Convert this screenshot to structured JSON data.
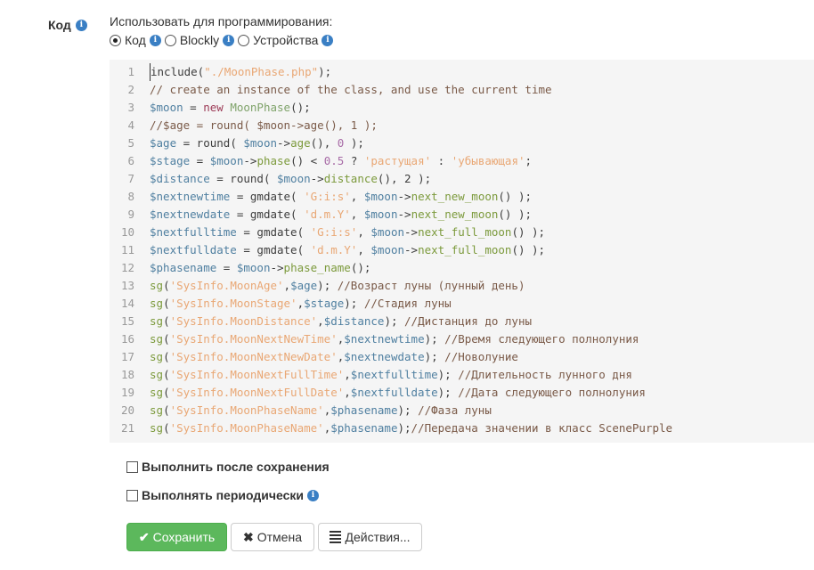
{
  "field": {
    "label": "Код",
    "info_icon": "info-icon"
  },
  "use_for": {
    "label": "Использовать для программирования:",
    "options": [
      {
        "label": "Код",
        "checked": true
      },
      {
        "label": "Blockly",
        "checked": false
      },
      {
        "label": "Устройства",
        "checked": false
      }
    ]
  },
  "code": {
    "lines": [
      {
        "n": "1",
        "text": "include(\"./MoonPhase.php\");"
      },
      {
        "n": "2",
        "text": "// create an instance of the class, and use the current time"
      },
      {
        "n": "3",
        "text": "$moon = new MoonPhase();"
      },
      {
        "n": "4",
        "text": "//$age = round( $moon->age(), 1 );"
      },
      {
        "n": "5",
        "text": "$age = round( $moon->age(), 0 );"
      },
      {
        "n": "6",
        "text": "$stage = $moon->phase() < 0.5 ? 'растущая' : 'убывающая';"
      },
      {
        "n": "7",
        "text": "$distance = round( $moon->distance(), 2 );"
      },
      {
        "n": "8",
        "text": "$nextnewtime = gmdate( 'G:i:s', $moon->next_new_moon() );"
      },
      {
        "n": "9",
        "text": "$nextnewdate = gmdate( 'd.m.Y', $moon->next_new_moon() );"
      },
      {
        "n": "10",
        "text": "$nextfulltime = gmdate( 'G:i:s', $moon->next_full_moon() );"
      },
      {
        "n": "11",
        "text": "$nextfulldate = gmdate( 'd.m.Y', $moon->next_full_moon() );"
      },
      {
        "n": "12",
        "text": "$phasename = $moon->phase_name();"
      },
      {
        "n": "13",
        "text": "sg('SysInfo.MoonAge',$age); //Возраст луны (лунный день)"
      },
      {
        "n": "14",
        "text": "sg('SysInfo.MoonStage',$stage); //Стадия луны"
      },
      {
        "n": "15",
        "text": "sg('SysInfo.MoonDistance',$distance); //Дистанция до луны"
      },
      {
        "n": "16",
        "text": "sg('SysInfo.MoonNextNewTime',$nextnewtime); //Время следующего полнолуния"
      },
      {
        "n": "17",
        "text": "sg('SysInfo.MoonNextNewDate',$nextnewdate); //Новолуние"
      },
      {
        "n": "18",
        "text": "sg('SysInfo.MoonNextFullTime',$nextfulltime); //Длительность лунного дня"
      },
      {
        "n": "19",
        "text": "sg('SysInfo.MoonNextFullDate',$nextfulldate); //Дата следующего полнолуния"
      },
      {
        "n": "20",
        "text": "sg('SysInfo.MoonPhaseName',$phasename); //Фаза луны"
      },
      {
        "n": "21",
        "text": "sg('SysInfo.MoonPhaseName',$phasename);//Передача значении в класс ScenePurple"
      }
    ]
  },
  "options": {
    "run_after_save": {
      "label": "Выполнить после сохранения",
      "checked": false
    },
    "run_periodically": {
      "label": "Выполнять периодически",
      "checked": false
    }
  },
  "buttons": {
    "save": "Сохранить",
    "cancel": "Отмена",
    "actions": "Действия..."
  },
  "colors": {
    "success": "#5cb85c",
    "info": "#3a7fc4",
    "code_bg": "#f5f5f5"
  }
}
